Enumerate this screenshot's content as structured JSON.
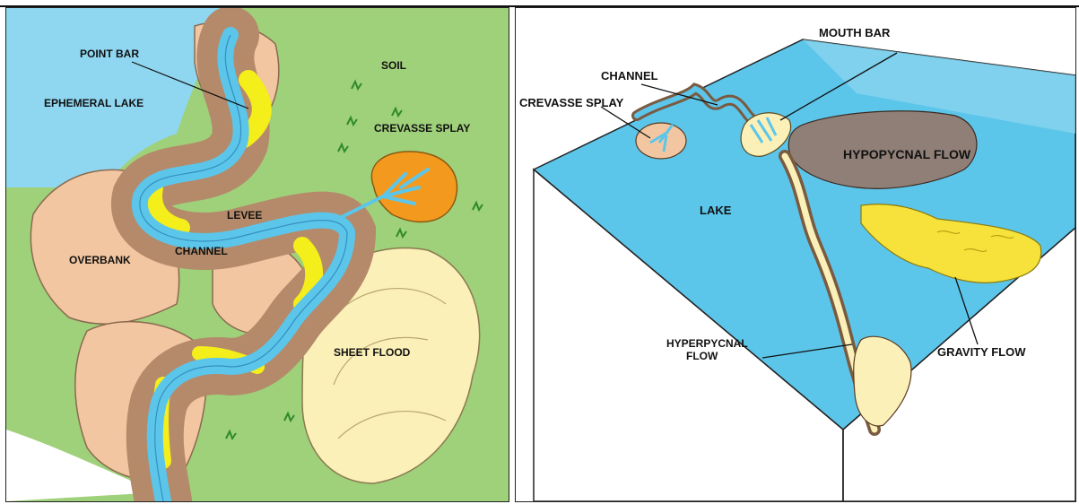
{
  "left_panel": {
    "labels": {
      "point_bar": "POINT BAR",
      "soil": "SOIL",
      "ephemeral_lake": "EPHEMERAL LAKE",
      "crevasse_splay": "CREVASSE SPLAY",
      "levee": "LEVEE",
      "overbank": "OVERBANK",
      "channel": "CHANNEL",
      "sheet_flood": "SHEET FLOOD"
    }
  },
  "right_panel": {
    "labels": {
      "mouth_bar": "MOUTH BAR",
      "channel": "CHANNEL",
      "crevasse_splay": "CREVASSE SPLAY",
      "hypopycnal_flow": "HYPOPYCNAL FLOW",
      "lake": "LAKE",
      "hyperpycnal_flow_line1": "HYPERPYCNAL",
      "hyperpycnal_flow_line2": "FLOW",
      "gravity_flow": "GRAVITY FLOW"
    }
  },
  "colors": {
    "water": "#5cc6ea",
    "lake_light": "#8fd6f0",
    "soil_green": "#9fd07a",
    "levee_brown": "#b48a6a",
    "overbank_tan": "#f2c6a0",
    "point_bar_yellow": "#f4ee1a",
    "splay_orange": "#f39a1e",
    "sheet_flood_cream": "#fbf0b8",
    "hypopycnal_gray": "#8f7f76",
    "gravity_yellow": "#f6e23a"
  }
}
